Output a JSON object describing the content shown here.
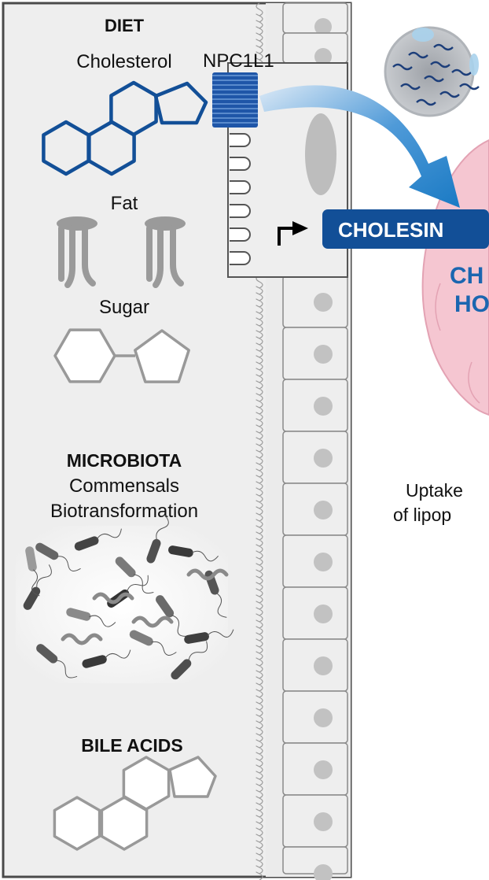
{
  "diet": {
    "heading": "DIET",
    "cholesterol": "Cholesterol",
    "transporter": "NPC1L1",
    "fat": "Fat",
    "sugar": "Sugar"
  },
  "microbiota": {
    "heading": "MICROBIOTA",
    "line1": "Commensals",
    "line2": "Biotransformation"
  },
  "bile_acids": {
    "heading": "BILE ACIDS"
  },
  "hormone": {
    "label": "CHOLESIN",
    "cut_line1": "CH",
    "cut_line2": "HO"
  },
  "uptake": {
    "line1": "Uptake",
    "line2": "of lipop"
  },
  "colors": {
    "navy": "#124f97",
    "blue_arrow": "#2a8ad3",
    "panel_gray": "#eeeeee",
    "liver_pink": "#f5c6d1"
  },
  "icons": [
    "cholesterol-ring-icon",
    "fat-lipid-icon",
    "sugar-ring-icon",
    "bacteria-icon",
    "bile-acid-ring-icon",
    "lipoprotein-particle-icon",
    "transcription-start-arrow-icon"
  ]
}
